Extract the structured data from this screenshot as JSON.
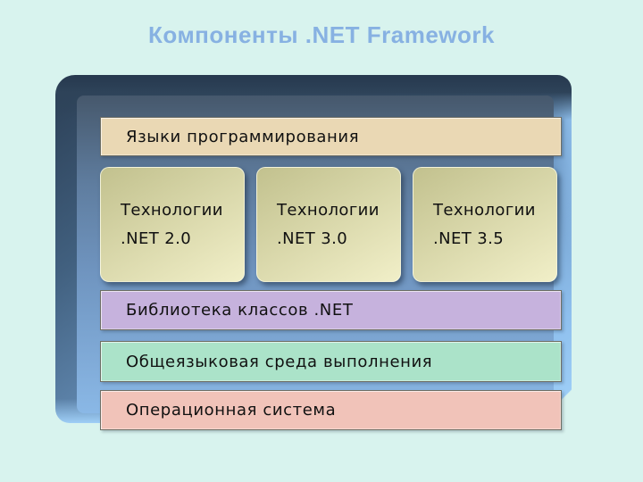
{
  "slide": {
    "title": "Компоненты .NET Framework",
    "background_color": "#d8f3ee",
    "title_color": "#87b1e2"
  },
  "diagram": {
    "frame_colors": {
      "top_edge": "#26384e",
      "left_edge": "#41607f",
      "right_edge": "#9accfa",
      "bottom_edge": "#a2d2fa",
      "body_top": "#46586c",
      "body_bottom": "#8ab8e6"
    },
    "languages_bar": {
      "label": "Языки программирования",
      "bg": "#ead8b4"
    },
    "tech_boxes": [
      {
        "title": "Технологии",
        "version": ".NET 2.0",
        "bg_from": "#c2c18e",
        "bg_to": "#f1efc8"
      },
      {
        "title": "Технологии",
        "version": ".NET 3.0",
        "bg_from": "#c2c18e",
        "bg_to": "#f1efc8"
      },
      {
        "title": "Технологии",
        "version": ".NET 3.5",
        "bg_from": "#c2c18e",
        "bg_to": "#f1efc8"
      }
    ],
    "layers": [
      {
        "label": "Библиотека классов .NET",
        "bg": "#c6b2dd"
      },
      {
        "label": "Общеязыковая среда выполнения",
        "bg": "#abe3c9"
      },
      {
        "label": "Операционная система",
        "bg": "#f1c3b9"
      }
    ]
  }
}
